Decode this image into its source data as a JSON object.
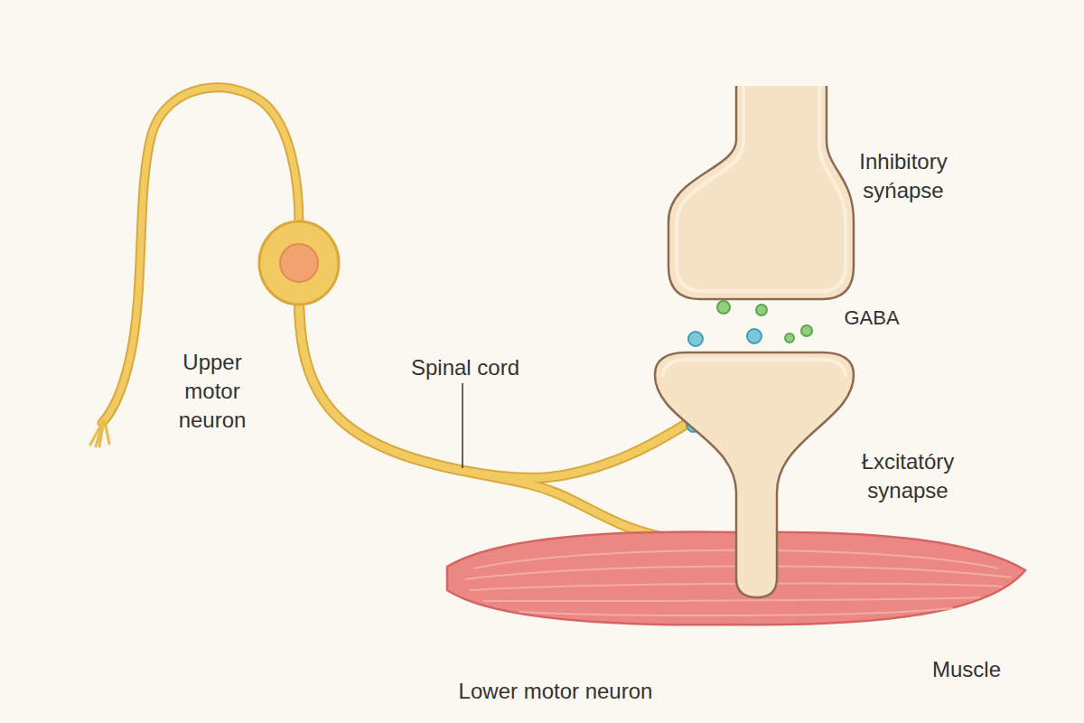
{
  "diagram": {
    "nodes": [
      {
        "text": [
          "Upper motor neuron"
        ]
      },
      {
        "text": [
          "Inhibitory syńapse"
        ]
      },
      {
        "text": [
          "Łxcitatóry synapse"
        ]
      },
      {
        "text": [
          "Muscle"
        ]
      }
    ],
    "edges": [
      {
        "from": 0,
        "to": 2,
        "arrow": "none"
      },
      {
        "from": 0,
        "to": 3,
        "arrow": "none"
      }
    ],
    "labels": [
      "Spinal cord",
      "GABA",
      "Lower motor neuron"
    ]
  }
}
